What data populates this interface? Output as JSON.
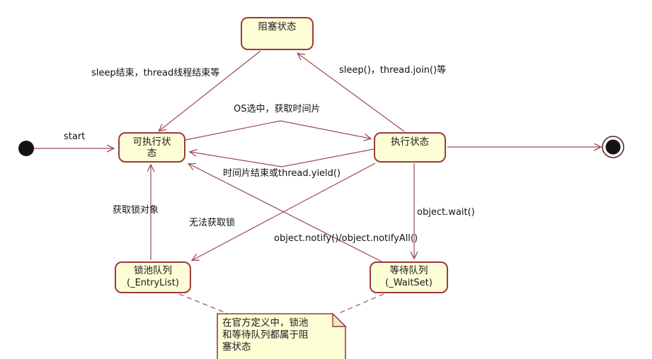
{
  "diagram_type": "uml-state-diagram",
  "topic": "Java thread states",
  "colors": {
    "node_fill": "#FDFDD6",
    "node_border": "#9C3A3F",
    "edge_line": "#9C4A52",
    "label_text": "#111111",
    "start_final_fill": "#141414"
  },
  "nodes": {
    "blocked": {
      "label": "阻塞状态"
    },
    "runnable": {
      "label": "可执行状态"
    },
    "running": {
      "label": "执行状态"
    },
    "lock_pool": {
      "label": "锁池队列",
      "alias": "(_EntryList)"
    },
    "wait_set": {
      "label": "等待队列",
      "alias": "(_WaitSet)"
    }
  },
  "edges": {
    "start_to_runnable": {
      "label": "start"
    },
    "blocked_to_runnable": {
      "label": "sleep结束，thread线程结束等"
    },
    "running_to_blocked": {
      "label": "sleep()，thread.join()等"
    },
    "runnable_to_running": {
      "label": "OS选中，获取时间片"
    },
    "running_to_runnable": {
      "label": "时间片结束或thread.yield()"
    },
    "lockpool_to_runnable": {
      "label": "获取锁对象"
    },
    "running_to_lockpool": {
      "label": "无法获取锁"
    },
    "running_to_waitset": {
      "label": "object.wait()"
    },
    "waitset_to_runnable": {
      "label": "object.notify()/object.notifyAll()"
    }
  },
  "note": {
    "text": "在官方定义中，锁池和等待队列都属于阻塞状态"
  }
}
